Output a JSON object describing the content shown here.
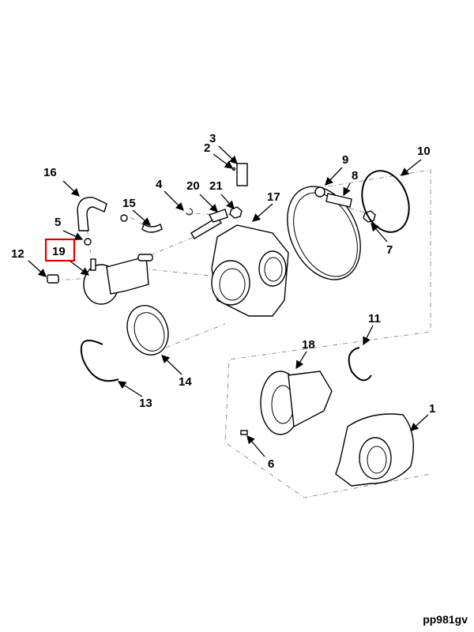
{
  "diagram": {
    "callouts": [
      "1",
      "2",
      "3",
      "4",
      "5",
      "6",
      "7",
      "8",
      "9",
      "10",
      "11",
      "12",
      "13",
      "14",
      "15",
      "16",
      "17",
      "18",
      "19",
      "20",
      "21"
    ],
    "highlighted_callout": "19",
    "highlight_color": "#e00000",
    "reference_code": "pp981gv"
  }
}
